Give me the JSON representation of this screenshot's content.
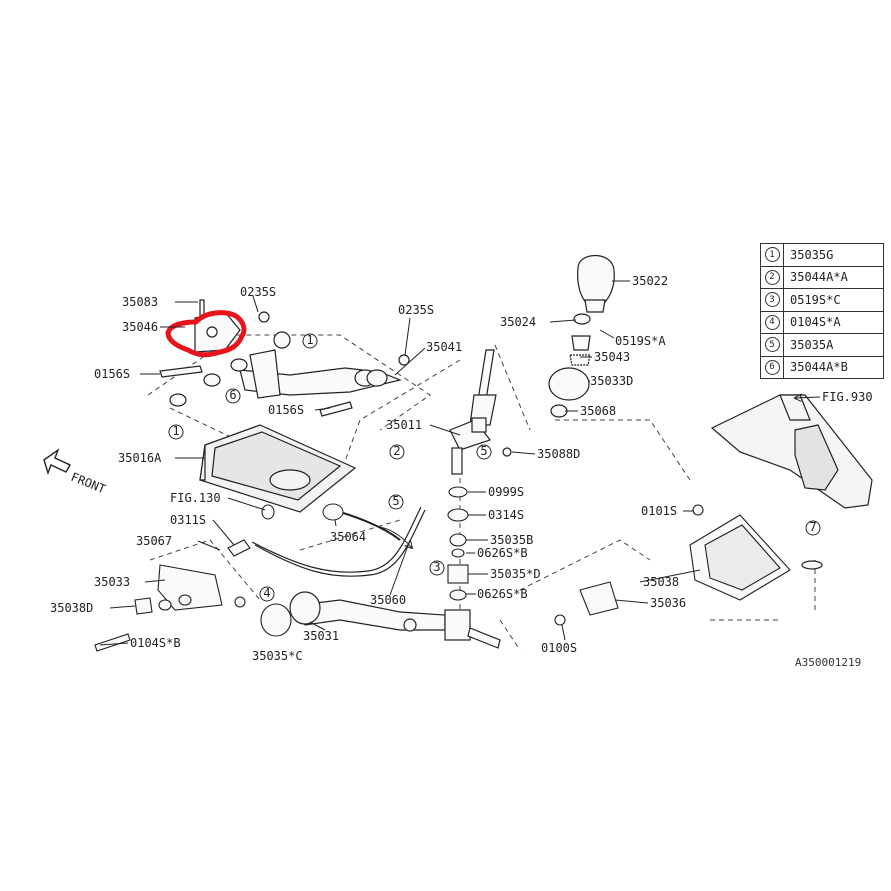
{
  "diagram_id": "A350001219",
  "legend": [
    {
      "num": "1",
      "code": "35035G"
    },
    {
      "num": "2",
      "code": "35044A*A"
    },
    {
      "num": "3",
      "code": "0519S*C"
    },
    {
      "num": "4",
      "code": "0104S*A"
    },
    {
      "num": "5",
      "code": "35035A"
    },
    {
      "num": "6",
      "code": "35044A*B"
    }
  ],
  "front_label": "FRONT",
  "labels": {
    "p35083": "35083",
    "p35046": "35046",
    "p0235S_a": "0235S",
    "p0235S_b": "0235S",
    "p0156S_a": "0156S",
    "p0156S_b": "0156S",
    "p35041": "35041",
    "p35024": "35024",
    "p35022": "35022",
    "p0519SA": "0519S*A",
    "p35043": "35043",
    "p35033D": "35033D",
    "p35068": "35068",
    "p35011": "35011",
    "p35088D": "35088D",
    "p35016A": "35016A",
    "p0999S": "0999S",
    "p0314S": "0314S",
    "p35035B": "35035B",
    "p0626SB_a": "0626S*B",
    "p35035D": "35035*D",
    "p0626SB_b": "0626S*B",
    "pFIG130": "FIG.130",
    "p0311S": "0311S",
    "p35067": "35067",
    "p35033": "35033",
    "p35038D": "35038D",
    "p0104SB": "0104S*B",
    "p35064": "35064",
    "p35060": "35060",
    "p35031": "35031",
    "p35035C": "35035*C",
    "p0100S": "0100S",
    "p35036": "35036",
    "p35038": "35038",
    "p0101S": "0101S",
    "pFIG930": "FIG.930"
  },
  "callouts": {
    "c1a": "1",
    "c1b": "1",
    "c6": "6",
    "c2": "2",
    "c5a": "5",
    "c5b": "5",
    "c3": "3",
    "c4": "4",
    "c7": "7"
  },
  "highlight_color": "#e8141c"
}
